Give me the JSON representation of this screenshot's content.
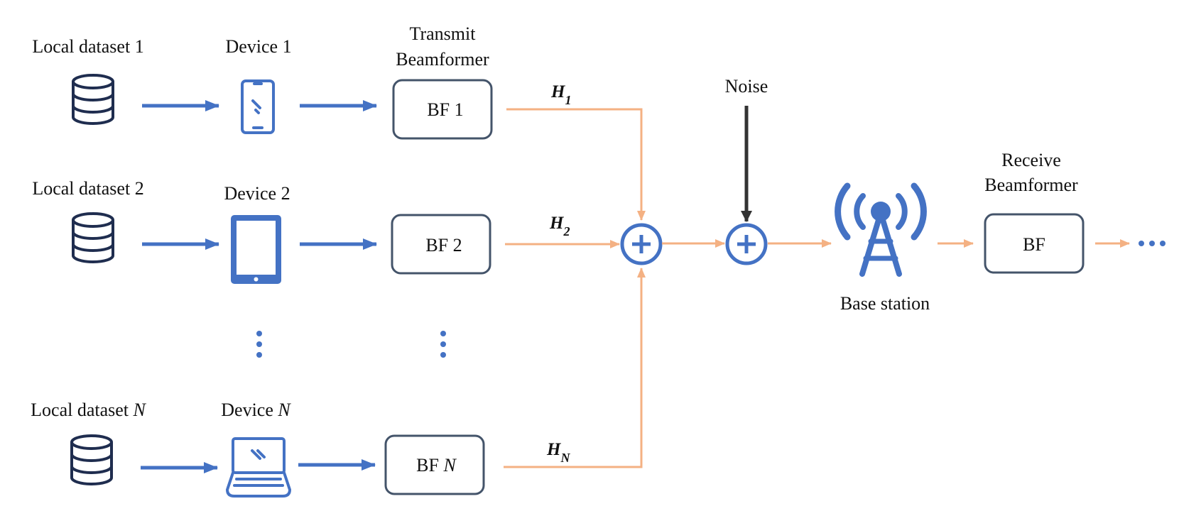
{
  "colors": {
    "blue": "#4472C4",
    "dark_blue": "#1F2D4F",
    "orange": "#F4B183",
    "box_border": "#44546A",
    "noise_arrow": "#333333"
  },
  "datasets": [
    {
      "prefix": "Local dataset ",
      "index": "1",
      "index_italic": false
    },
    {
      "prefix": "Local dataset ",
      "index": "2",
      "index_italic": false
    },
    {
      "prefix": "Local dataset ",
      "index": "N",
      "index_italic": true
    }
  ],
  "devices": [
    {
      "prefix": "Device ",
      "index": "1",
      "index_italic": false,
      "icon": "smartphone-icon"
    },
    {
      "prefix": "Device ",
      "index": "2",
      "index_italic": false,
      "icon": "tablet-icon"
    },
    {
      "prefix": "Device ",
      "index": "N",
      "index_italic": true,
      "icon": "laptop-icon"
    }
  ],
  "transmit_header": {
    "line1": "Transmit",
    "line2": "Beamformer"
  },
  "bf_boxes": [
    {
      "prefix": "BF ",
      "index": "1",
      "index_italic": false
    },
    {
      "prefix": "BF ",
      "index": "2",
      "index_italic": false
    },
    {
      "prefix": "BF ",
      "index": "N",
      "index_italic": true
    }
  ],
  "channels": [
    {
      "base": "H",
      "sub": "1"
    },
    {
      "base": "H",
      "sub": "2"
    },
    {
      "base": "H",
      "sub": "N"
    }
  ],
  "noise_label": "Noise",
  "base_station_label": "Base station",
  "icons": {
    "dataset": "database-icon",
    "antenna": "antenna-tower-icon",
    "sum": "plus-circle-icon"
  },
  "receive_header": {
    "line1": "Receive",
    "line2": "Beamformer"
  },
  "receive_bf_label": "BF",
  "vertical_ellipsis": "⋮",
  "output_ellipsis": "…"
}
